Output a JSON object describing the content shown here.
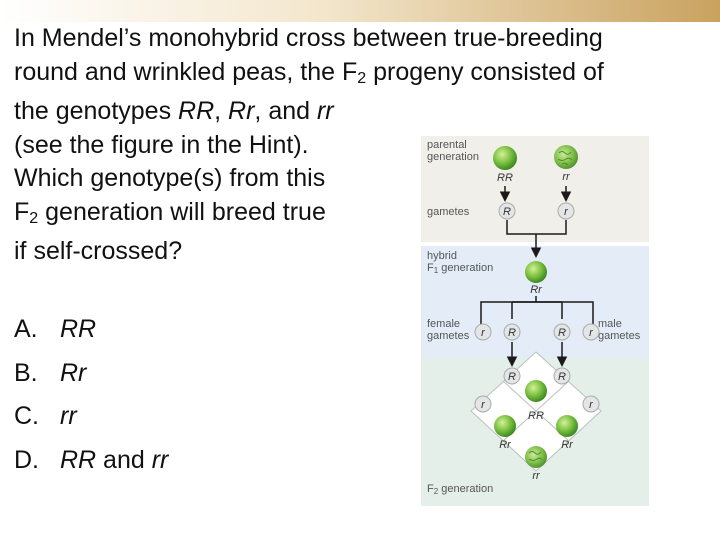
{
  "question": {
    "line1": "In Mendel’s monohybrid cross between true-breeding",
    "line2_pre": "round and wrinkled peas, the F",
    "line2_sub": "2",
    "line2_post": " progeny consisted of",
    "line3_pre": "the genotypes ",
    "g_RR": "RR",
    "sep1": ", ",
    "g_Rr": "Rr",
    "sep2": ", and ",
    "g_rr": "rr",
    "line4": "(see the figure in the Hint).",
    "line5": "Which genotype(s) from this",
    "line6_pre": "F",
    "line6_sub": "2",
    "line6_post": " generation will breed true",
    "line7": "if self-crossed?"
  },
  "options": [
    {
      "letter": "A.",
      "pre": "RR",
      "mid": "",
      "post": ""
    },
    {
      "letter": "B.",
      "pre": "Rr",
      "mid": "",
      "post": ""
    },
    {
      "letter": "C.",
      "pre": "rr",
      "mid": "",
      "post": ""
    },
    {
      "letter": "D.",
      "pre": "RR",
      "mid": " and ",
      "post": "rr"
    }
  ],
  "figure": {
    "parental_line1": "parental",
    "parental_line2": "generation",
    "parent1": "RR",
    "parent2": "rr",
    "gametes": "gametes",
    "gamete_R": "R",
    "gamete_r": "r",
    "hybrid_line1": "hybrid",
    "hybrid_line2_pre": "F",
    "hybrid_line2_sub": "1",
    "hybrid_line2_post": " generation",
    "f1_genotype": "Rr",
    "female_line1": "female",
    "female_line2": "gametes",
    "male_line1": "male",
    "male_line2": "gametes",
    "allele_R": "R",
    "allele_r": "r",
    "grid_RR": "RR",
    "grid_Rr_left": "Rr",
    "grid_Rr_right": "Rr",
    "grid_rr": "rr",
    "f2_pre": "F",
    "f2_sub": "2",
    "f2_post": " generation"
  },
  "colors": {
    "panel_parental": "#f1efea",
    "panel_hybrid": "#e4edf7",
    "panel_f2": "#e5efe9",
    "pea_green": "#7dc242",
    "label_gray": "#555555"
  }
}
